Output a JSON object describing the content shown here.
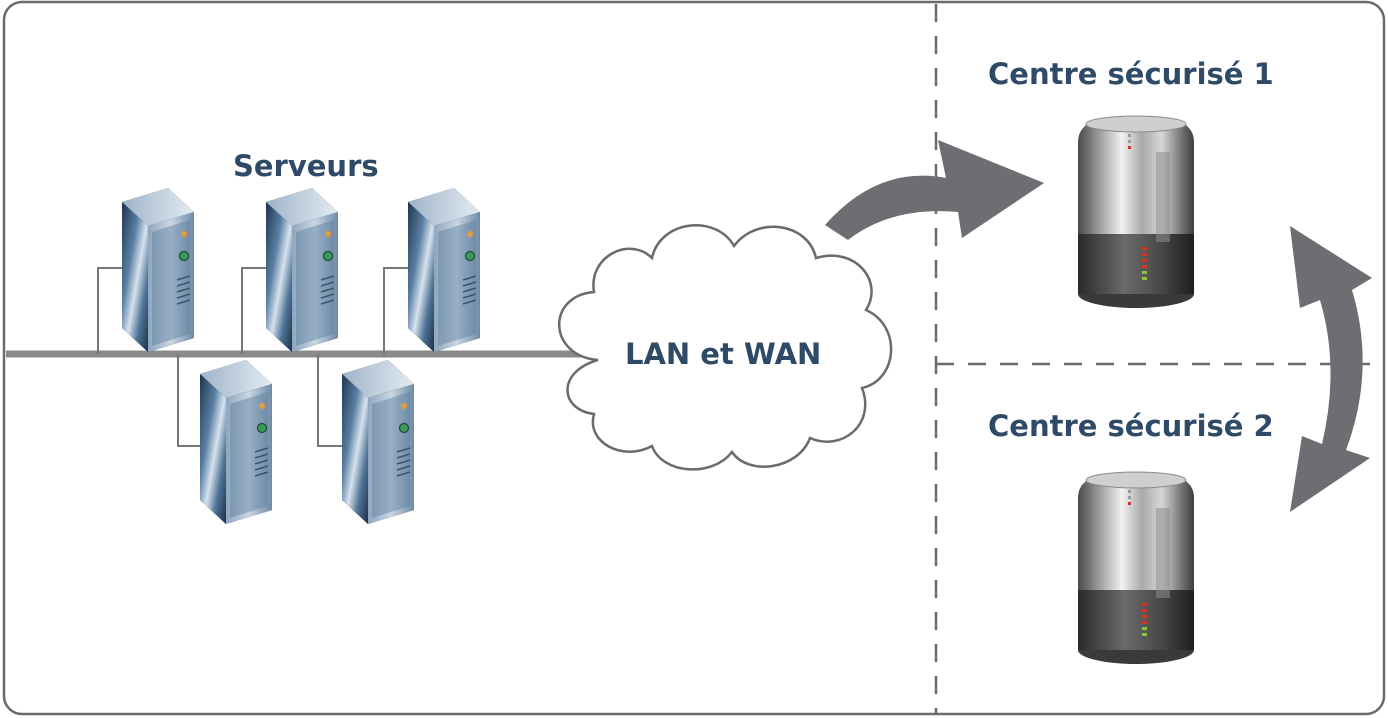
{
  "labels": {
    "servers": "Serveurs",
    "network": "LAN et WAN",
    "center_1": "Centre sécurisé 1",
    "center_2": "Centre sécurisé 2"
  },
  "icons": {
    "server": "server-tower-icon",
    "cloud": "cloud-icon",
    "datacenter": "mainframe-icon",
    "arrow": "curved-arrow-icon"
  },
  "colors": {
    "label_text": "#2e4a66",
    "frame": "#6b6b6b",
    "network_bus": "#8a8a8a",
    "arrow": "#6d6e71",
    "server_body": "#2f5173",
    "divider": "#6b6b6b"
  }
}
